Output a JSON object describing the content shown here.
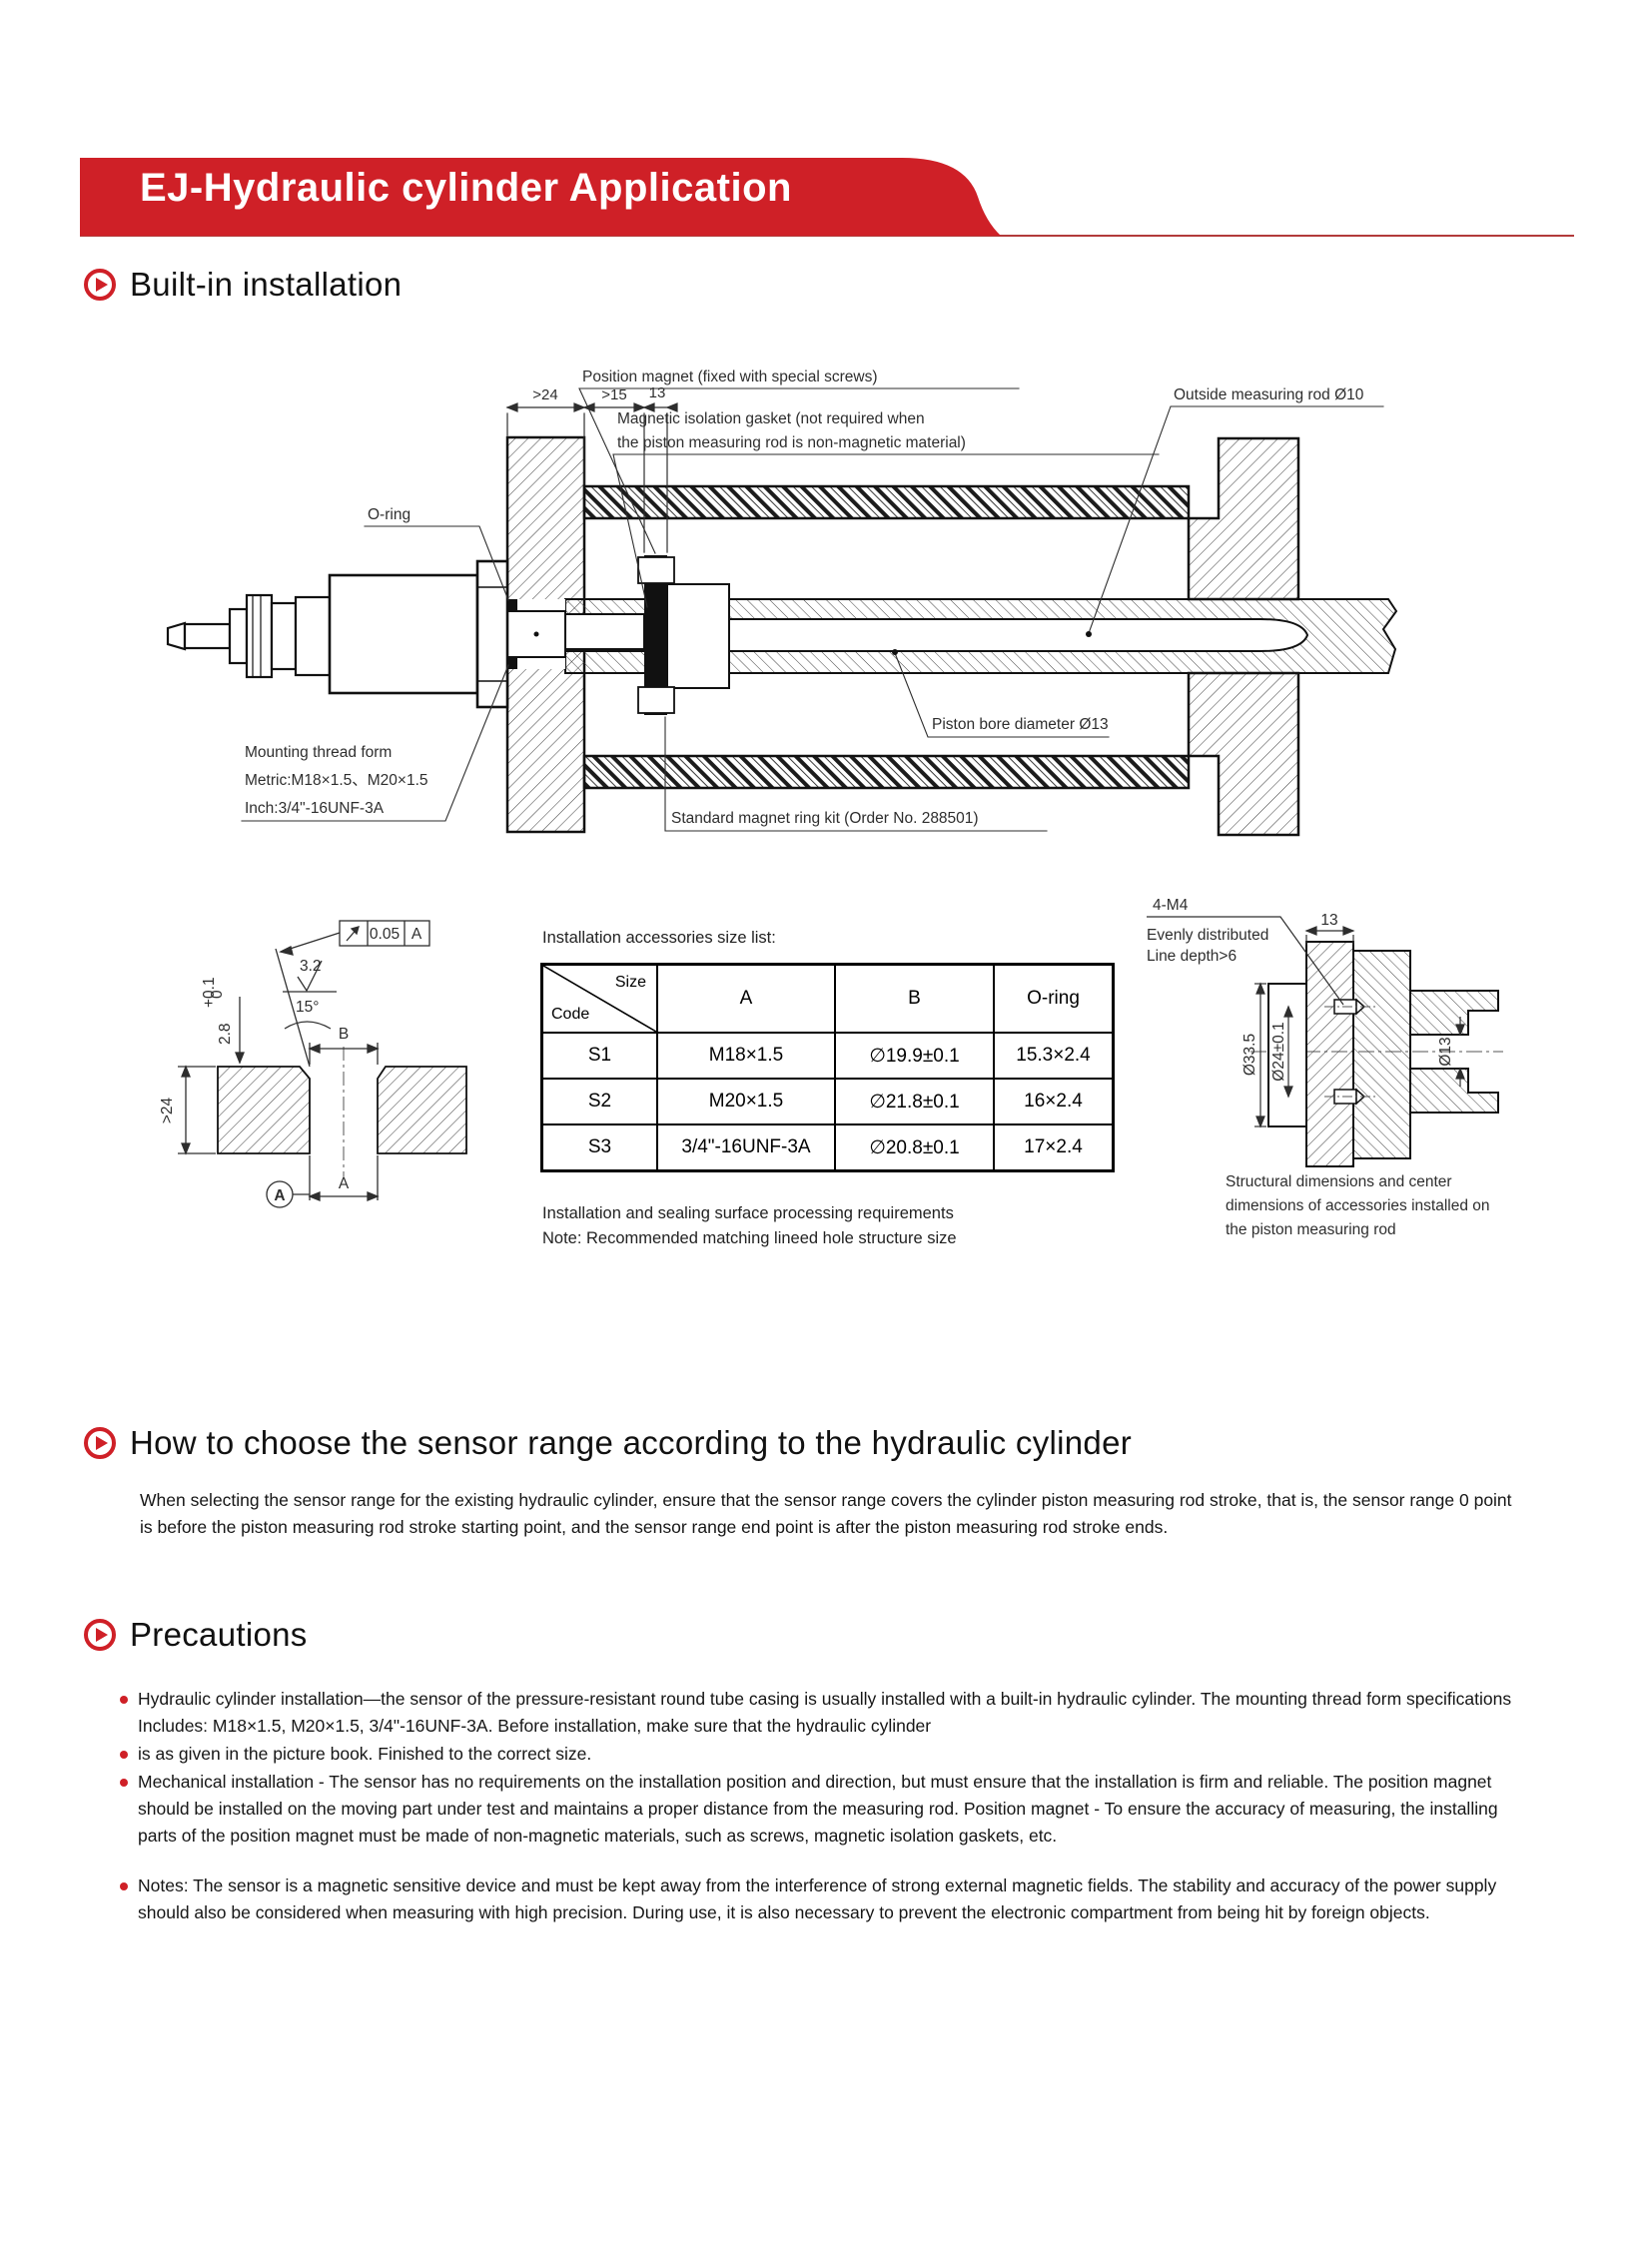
{
  "banner": {
    "title": "EJ-Hydraulic cylinder Application",
    "accent_color": "#cf2027"
  },
  "sections": {
    "builtin": {
      "title": "Built-in installation"
    },
    "range": {
      "title": "How to choose the sensor range according to the hydraulic cylinder",
      "body": "When selecting the sensor range for the existing hydraulic cylinder, ensure that the sensor range covers the cylinder piston measuring rod stroke, that is, the sensor range 0 point is before the piston measuring rod stroke starting point, and the sensor range end point is after the piston measuring rod stroke ends."
    },
    "precautions": {
      "title": "Precautions",
      "bullets": [
        "Hydraulic cylinder installation—the sensor of the pressure-resistant round tube casing is usually installed with a built-in hydraulic cylinder. The mounting thread form specifications Includes: M18×1.5, M20×1.5, 3/4\"-16UNF-3A. Before installation, make sure that the hydraulic cylinder",
        "is as given in the picture book. Finished to the correct size.",
        "Mechanical installation - The sensor has no requirements on the installation position and direction, but must ensure that the installation is firm and reliable. The position magnet should be installed on the moving part under test and maintains a proper distance from the measuring rod. Position magnet - To ensure the accuracy of measuring, the installing parts of the position magnet must be made of non-magnetic materials, such as screws, magnetic isolation gaskets, etc.",
        "Notes: The sensor is a magnetic sensitive device and must be kept away from the interference of strong external magnetic fields. The stability and accuracy of the power supply should also be considered when measuring with high precision. During use, it is also necessary to prevent the electronic compartment from being hit by foreign objects."
      ]
    }
  },
  "diagram": {
    "dim24": ">24",
    "dim15": ">15",
    "dim13": "13",
    "pos_magnet": "Position magnet (fixed with special screws)",
    "gasket1": "Magnetic isolation gasket (not required when",
    "gasket2": "the piston measuring rod is non-magnetic material)",
    "outside_rod": "Outside measuring rod Ø10",
    "oring": "O-ring",
    "piston_bore": "Piston bore diameter Ø13",
    "magnet_kit": "Standard magnet ring kit (Order No. 288501)",
    "mount1": "Mounting thread form",
    "mount2": "Metric:M18×1.5、M20×1.5",
    "mount3": "Inch:3/4\"-16UNF-3A"
  },
  "detail_left": {
    "fcf_value": "0.05",
    "fcf_datum": "A",
    "roughness": "3.2",
    "angle": "15°",
    "depth": "2.8",
    "depth_tol_up": "+0.1",
    "depth_tol_dn": "0",
    "v24": ">24",
    "dim_b": "B",
    "dim_a": "A",
    "datum": "A"
  },
  "detail_right": {
    "m4": "4-M4",
    "evenly": "Evenly distributed",
    "line_depth": "Line depth>6",
    "d13_top": "13",
    "d335": "Ø33.5",
    "d24": "Ø24±0.1",
    "d13": "Ø13",
    "caption1": "Structural dimensions and center",
    "caption2": "dimensions of accessories installed on",
    "caption3": "the piston measuring rod"
  },
  "table": {
    "title": "Installation accessories size list:",
    "corner": {
      "size": "Size",
      "code": "Code"
    },
    "headers": {
      "a": "A",
      "b": "B",
      "oring": "O-ring"
    },
    "rows": [
      {
        "code": "S1",
        "a": "M18×1.5",
        "b": "∅19.9±0.1",
        "oring": "15.3×2.4"
      },
      {
        "code": "S2",
        "a": "M20×1.5",
        "b": "∅21.8±0.1",
        "oring": "16×2.4"
      },
      {
        "code": "S3",
        "a": "3/4\"-16UNF-3A",
        "b": "∅20.8±0.1",
        "oring": "17×2.4"
      }
    ],
    "note1": "Installation and sealing surface processing requirements",
    "note2": "Note: Recommended matching lineed hole structure size"
  }
}
